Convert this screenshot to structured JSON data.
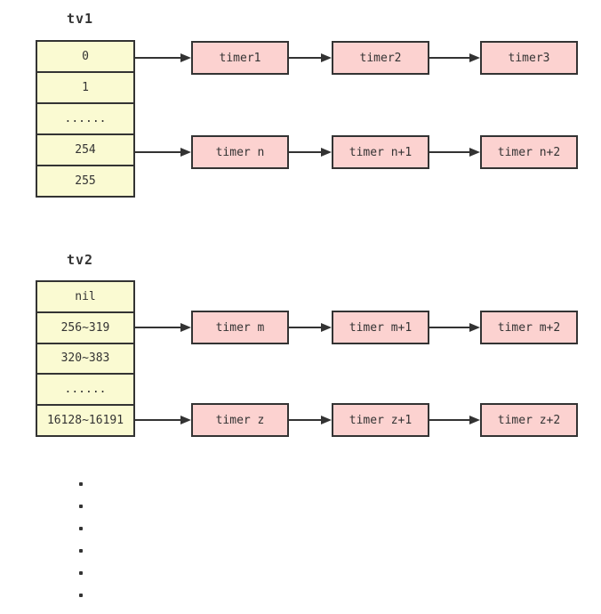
{
  "colors": {
    "background": "#ffffff",
    "stroke": "#333333",
    "bucket_fill": "#fafad2",
    "timer_fill": "#fcd2d0",
    "text": "#333333"
  },
  "tv1": {
    "title": "tv1",
    "cells": [
      "0",
      "1",
      "......",
      "254",
      "255"
    ],
    "chains": [
      {
        "timers": [
          "timer1",
          "timer2",
          "timer3"
        ]
      },
      {
        "timers": [
          "timer n",
          "timer n+1",
          "timer n+2"
        ]
      }
    ]
  },
  "tv2": {
    "title": "tv2",
    "cells": [
      "nil",
      "256~319",
      "320~383",
      "......",
      "16128~16191"
    ],
    "chains": [
      {
        "timers": [
          "timer m",
          "timer m+1",
          "timer m+2"
        ]
      },
      {
        "timers": [
          "timer z",
          "timer z+1",
          "timer z+2"
        ]
      }
    ]
  },
  "vertical_ellipsis": {
    "symbol": ".",
    "count": 6
  }
}
